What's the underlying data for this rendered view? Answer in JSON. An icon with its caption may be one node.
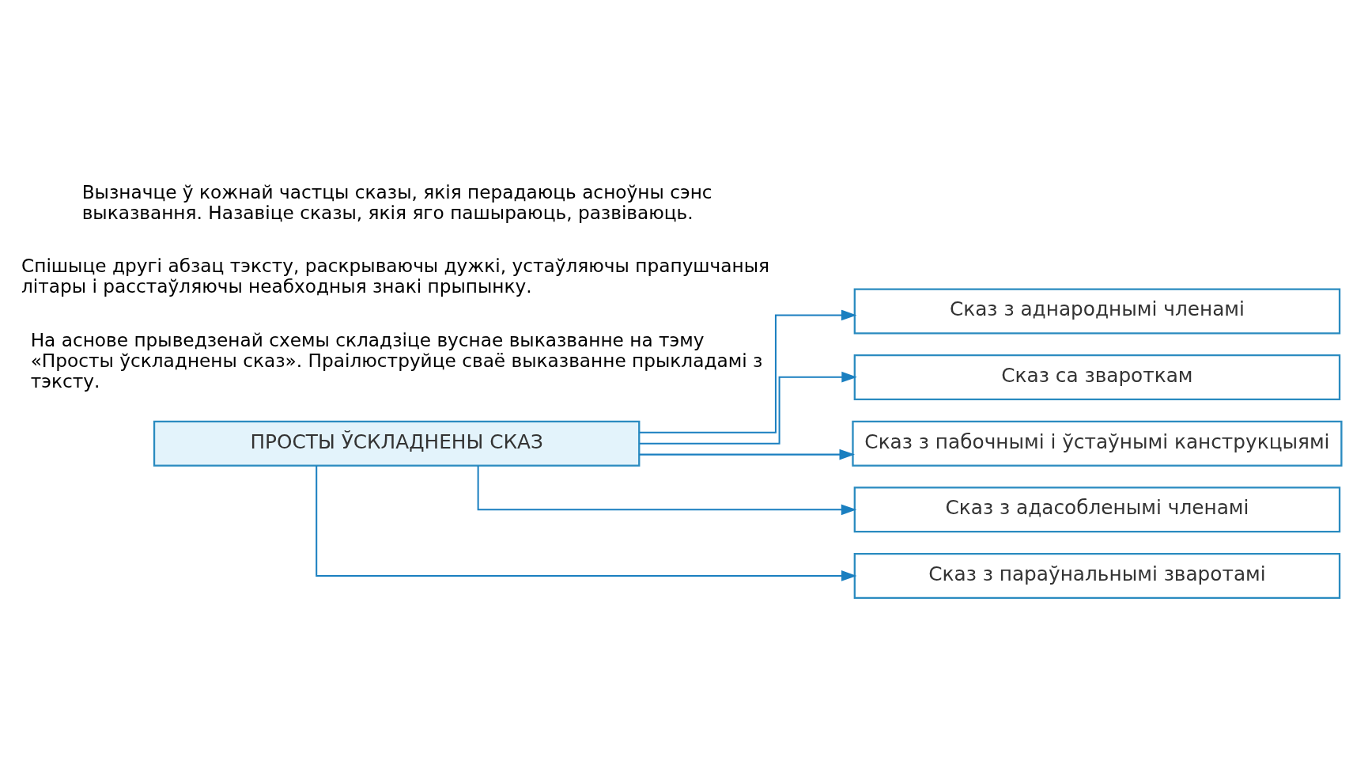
{
  "diagram": {
    "nodes": [
      {
        "text": [
          "ПРОСТЫ ЎСКЛАДНЕНЫ СКАЗ"
        ]
      },
      {
        "text": [
          "Сказ з аднароднымі членамі"
        ]
      },
      {
        "text": [
          "Сказ са звароткам"
        ]
      },
      {
        "text": [
          "Сказ з пабочнымі і ўстаўнымі канструкцыямі"
        ]
      },
      {
        "text": [
          "Сказ з адасобленымі членамі"
        ]
      },
      {
        "text": [
          "Сказ з параўнальнымі зваротамі"
        ]
      }
    ],
    "edges": [
      {
        "from": 0,
        "to": 1,
        "arrow": "to"
      },
      {
        "from": 0,
        "to": 2,
        "arrow": "to"
      },
      {
        "from": 0,
        "to": 3,
        "arrow": "to"
      },
      {
        "from": 0,
        "to": 4,
        "arrow": "to"
      },
      {
        "from": 0,
        "to": 5,
        "arrow": "to"
      }
    ],
    "labels": [
      "Вызначце ў кожнай частцы сказы, якія перадаюць асноўны сэнс выказвання. Назавіце сказы, якія яго пашыраюць, развіваюць.",
      "Спішыце другі абзац тэксту, раскрываючы дужкі, устаўляючы прапушчаныя літары і расстаўляючы неабходныя знакі прыпынку.",
      "На аснове прыведзенай схемы складзіце вуснае выказванне на тэму «Просты ўскладнены сказ». Праілюструйце сваё выказванне прыкладамі з тэксту."
    ]
  }
}
